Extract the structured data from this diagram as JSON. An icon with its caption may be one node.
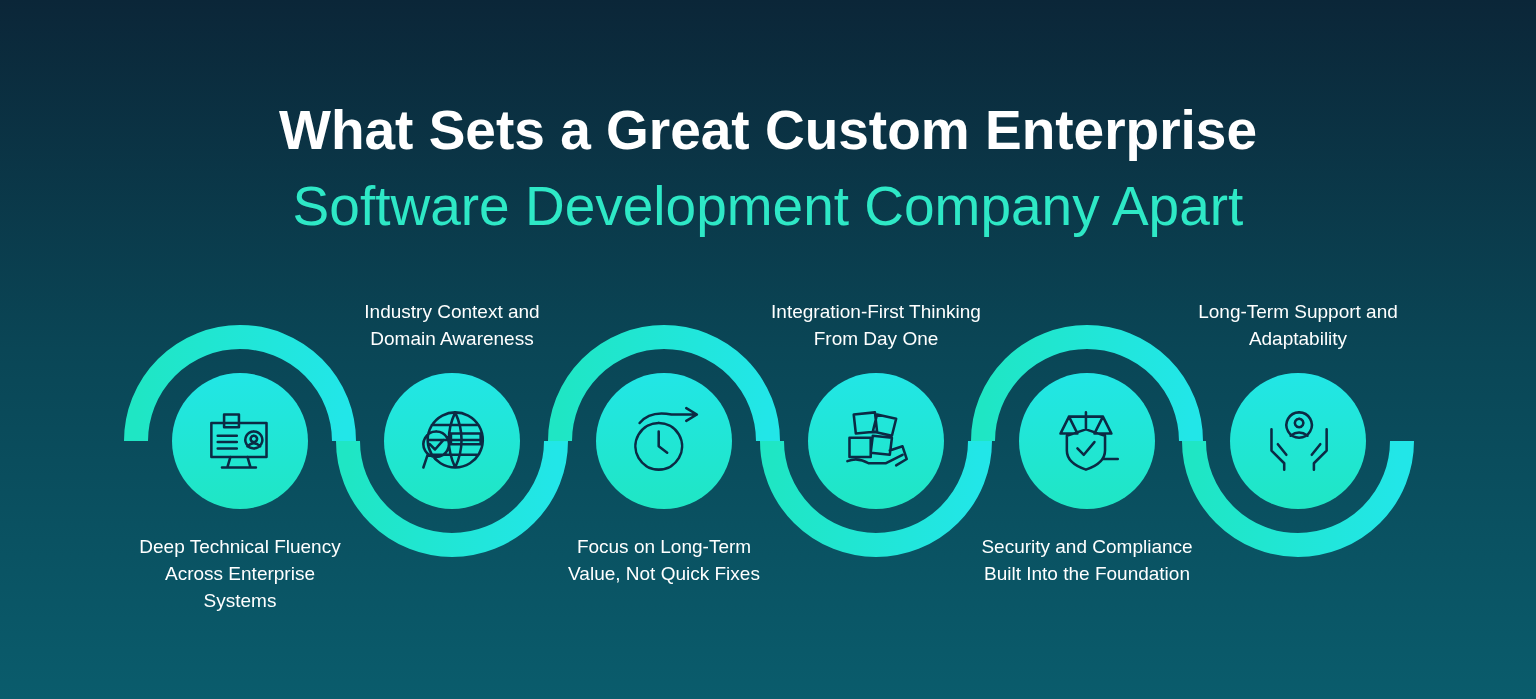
{
  "diagram": {
    "title": "What Sets a Great Custom Enterprise Software Development Company Apart",
    "nodes": [
      {
        "text": [
          "Deep Technical Fluency Across Enterprise Systems"
        ]
      },
      {
        "text": [
          "Industry Context and Domain Awareness"
        ]
      },
      {
        "text": [
          "Focus on Long-Term Value, Not Quick Fixes"
        ]
      },
      {
        "text": [
          "Integration-First Thinking From Day One"
        ]
      },
      {
        "text": [
          "Security and Compliance Built Into the Foundation"
        ]
      },
      {
        "text": [
          "Long-Term Support and Adaptability"
        ]
      }
    ]
  }
}
